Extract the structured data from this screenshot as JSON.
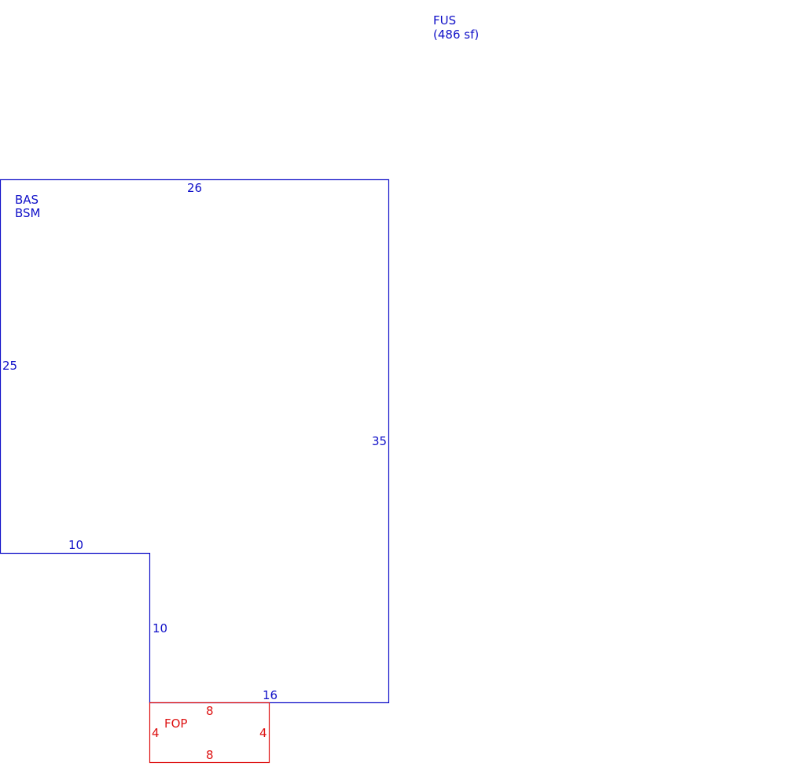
{
  "colors": {
    "main_area": "#1010c8",
    "porch_area": "#dd1111",
    "background": "#ffffff"
  },
  "area_summary": {
    "code": "FUS",
    "area": "(486 sf)"
  },
  "main_area": {
    "codes": [
      "BAS",
      "BSM"
    ],
    "dimensions": {
      "top": "26",
      "left": "25",
      "right": "35",
      "step_horizontal": "10",
      "step_vertical": "10",
      "bottom": "16"
    }
  },
  "porch_area": {
    "code": "FOP",
    "dimensions": {
      "top": "8",
      "bottom": "8",
      "left": "4",
      "right": "4"
    }
  }
}
